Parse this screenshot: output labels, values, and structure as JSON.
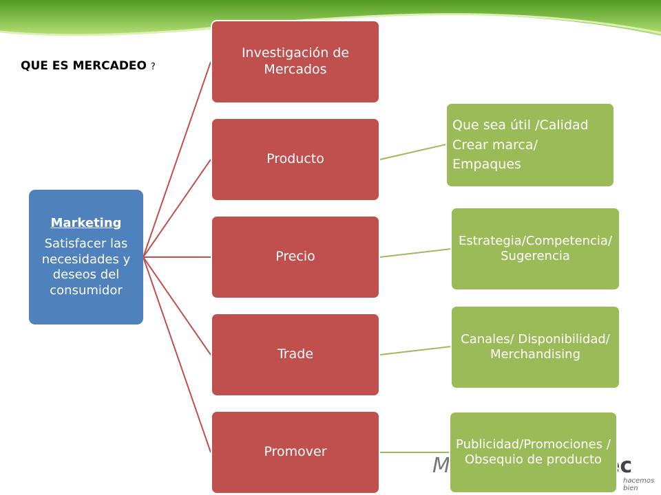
{
  "title": {
    "main": "QUE ES MERCADEO",
    "mark": "?"
  },
  "root": {
    "heading": "Marketing",
    "body": "Satisfacer las necesidades y deseos del consumidor"
  },
  "categories": [
    "Investigación de Mercados",
    "Producto",
    "Precio",
    "Trade",
    "Promover"
  ],
  "details": {
    "producto": [
      "Que sea útil /Calidad",
      "Crear marca/",
      "Empaques"
    ],
    "precio": "Estrategia/Competencia/ Sugerencia",
    "trade": "Canales/ Disponibilidad/ Merchandising",
    "promover": "Publicidad/Promociones / Obsequio de producto"
  },
  "watermark": {
    "left": "M",
    "right": "ec",
    "tagline": "hacemos bien"
  },
  "colors": {
    "root": "#4f81bd",
    "category": "#c0504d",
    "detail": "#9bbb59",
    "banner": "#7cb83a"
  }
}
